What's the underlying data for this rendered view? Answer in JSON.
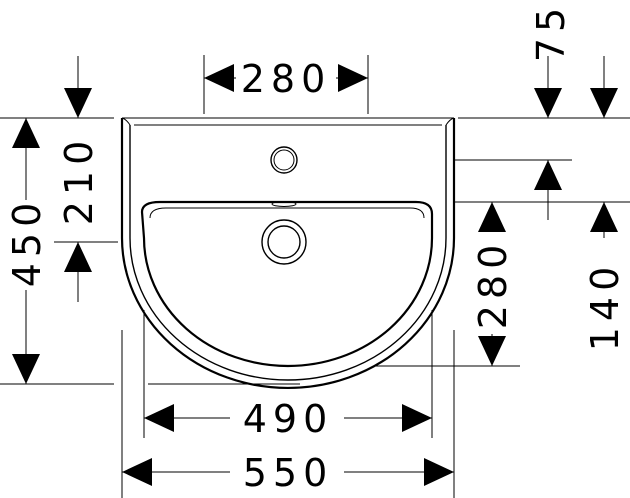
{
  "dimensions": {
    "tap_hole_spacing": "280",
    "top_offset": "75",
    "upper_height": "210",
    "total_height": "450",
    "drain_height": "280",
    "side_offset": "140",
    "inner_width": "490",
    "total_width": "550"
  }
}
